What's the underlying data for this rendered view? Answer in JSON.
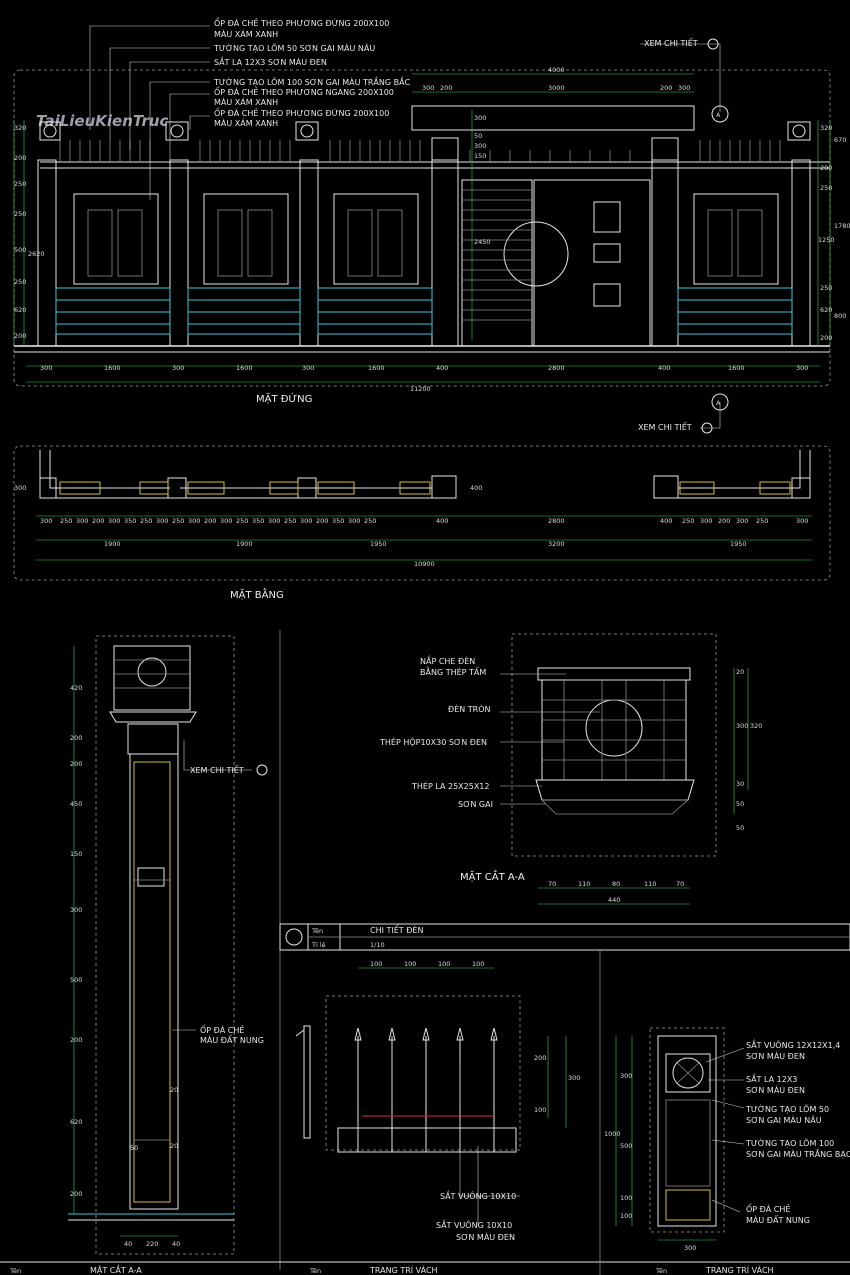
{
  "watermark": "TaiLieuKienTruc",
  "elevation": {
    "title": "MẶT ĐỨNG",
    "notes": [
      "ỐP ĐÁ CHẺ THEO PHƯƠNG ĐỨNG 200X100",
      "MÀU XÁM XANH",
      "TƯỜNG TẠO LÕM 50 SƠN GAI MÀU NÂU",
      "SẮT LA 12X3 SƠN MÀU ĐEN",
      "TƯỜNG TẠO LÕM 100 SƠN GAI MÀU TRẮNG BẮC",
      "ỐP ĐÁ CHẺ THEO PHƯƠNG NGANG 200X100",
      "MÀU XÁM XANH",
      "ỐP ĐÁ CHẺ THEO PHƯƠNG ĐỨNG 200X100",
      "MÀU XÁM XANH"
    ],
    "detail_ref_top": "XEM CHI TIẾT",
    "detail_ref_bottom": "XEM CHI TIẾT",
    "section_marker": "A",
    "top_dims": [
      "4000",
      "300",
      "200",
      "3000",
      "200",
      "300"
    ],
    "gate_dims_v": [
      "300",
      "50",
      "300",
      "150",
      "2450"
    ],
    "bottom_dims": [
      "300",
      "1600",
      "300",
      "1600",
      "300",
      "1600",
      "400",
      "2800",
      "400",
      "1600",
      "300"
    ],
    "total": "11200",
    "left_dims": [
      "320",
      "200",
      "250",
      "250",
      "500",
      "250",
      "620",
      "200"
    ],
    "left_total": "2620",
    "right_dims": [
      "320",
      "670",
      "200",
      "250",
      "1250",
      "1780",
      "250",
      "620",
      "800",
      "200"
    ]
  },
  "plan": {
    "title": "MẶT BẰNG",
    "dims_row1": [
      "300",
      "250",
      "300",
      "200",
      "300",
      "350",
      "250",
      "300",
      "250",
      "300",
      "200",
      "300",
      "250",
      "350",
      "300",
      "250",
      "300",
      "200",
      "350",
      "300",
      "250",
      "400",
      "2800",
      "400",
      "250",
      "300",
      "200",
      "300",
      "250",
      "300"
    ],
    "dims_row2": [
      "1900",
      "1900",
      "1950",
      "3200",
      "1950"
    ],
    "total": "10900",
    "side": "300",
    "side2": "400"
  },
  "column_section": {
    "title": "MẶT CẮT A-A",
    "dims": [
      "420",
      "200",
      "200",
      "450",
      "150",
      "300",
      "500",
      "200",
      "620",
      "200"
    ],
    "bottom": [
      "40",
      "220",
      "40"
    ],
    "labels": [
      "XEM CHI TIẾT",
      "ỐP ĐÁ CHẺ",
      "MÀU ĐẤT NUNG"
    ],
    "inner_dims": [
      "50",
      "20",
      "20"
    ]
  },
  "lamp_section": {
    "title": "MẶT CẮT A-A",
    "labels": [
      "NẮP CHE ĐÈN",
      "BẰNG THÉP TẤM",
      "ĐÈN TRÒN",
      "THÉP HỘP10X30 SƠN ĐEN",
      "THÉP LA 25X25X12",
      "SƠN GAI"
    ],
    "dims_bottom": [
      "70",
      "110",
      "80",
      "110",
      "70"
    ],
    "total": "440",
    "dims_right": [
      "20",
      "300",
      "320",
      "30",
      "50",
      "50"
    ]
  },
  "title_block": {
    "name_label": "Tên",
    "scale_label": "Tỉ lệ",
    "name": "CHI TIẾT ĐÈN",
    "scale": "1/10",
    "bottom_name_1": "MẶT CẮT A-A",
    "bottom_name_2": "TRANG TRÍ VÁCH",
    "bottom_name_3": "TRANG TRÍ VÁCH"
  },
  "railing": {
    "top_dims": [
      "100",
      "100",
      "100",
      "100"
    ],
    "labels": [
      "SẮT VUÔNG 10X10",
      "SẮT VUÔNG 10X10",
      "SƠN MÀU ĐEN"
    ],
    "side_dims": [
      "200",
      "300",
      "100"
    ]
  },
  "wall_detail": {
    "labels": [
      "SẮT VUÔNG 12X12X1,4",
      "SƠN MÀU ĐEN",
      "SẮT LA 12X3",
      "SƠN MÀU ĐEN",
      "TƯỜNG TẠO LÕM 50",
      "SƠN GAI MÀU NÂU",
      "TƯỜNG TẠO LÕM 100",
      "SƠN GAI MÀU TRẮNG BẠC",
      "ỐP ĐÁ CHẺ",
      "MÀU ĐẤT NUNG"
    ],
    "dims": [
      "1000",
      "300",
      "500",
      "100",
      "100"
    ],
    "bottom": "300"
  },
  "colors": {
    "accent": "#38c6d6",
    "dimension": "#2fd25a",
    "hatch": "#d4c03a"
  }
}
